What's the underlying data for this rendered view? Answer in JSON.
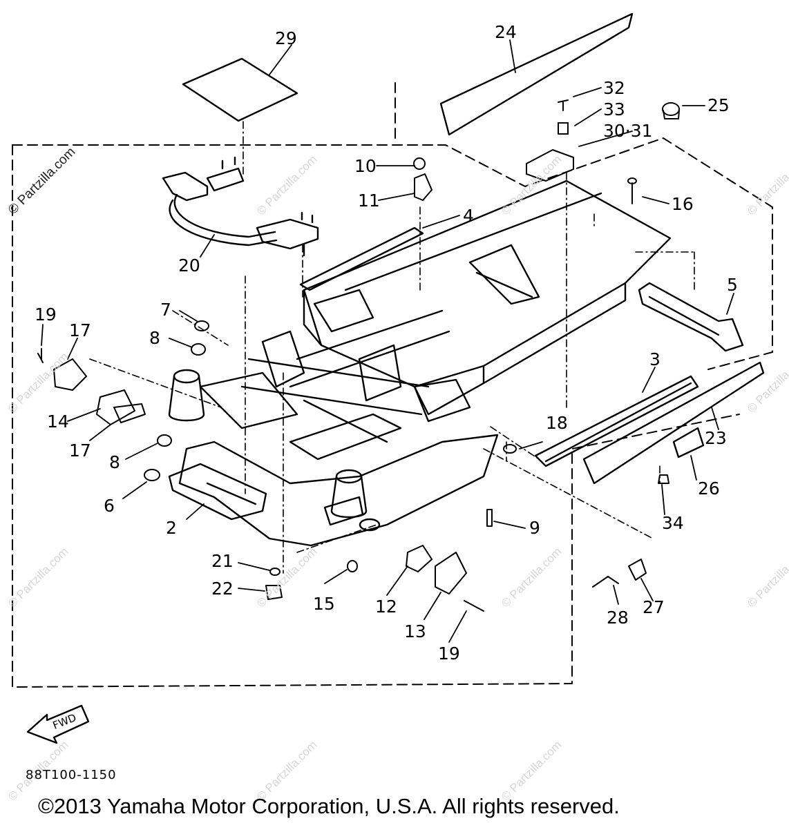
{
  "diagram": {
    "callouts": {
      "c2": "2",
      "c3": "3",
      "c4": "4",
      "c5": "5",
      "c6": "6",
      "c7": "7",
      "c8a": "8",
      "c8b": "8",
      "c9": "9",
      "c10": "10",
      "c11": "11",
      "c12": "12",
      "c13": "13",
      "c14": "14",
      "c15": "15",
      "c16": "16",
      "c17a": "17",
      "c17b": "17",
      "c18": "18",
      "c19a": "19",
      "c19b": "19",
      "c20": "20",
      "c21": "21",
      "c22": "22",
      "c23": "23",
      "c24": "24",
      "c25": "25",
      "c26": "26",
      "c27": "27",
      "c28": "28",
      "c29": "29",
      "c3031": "30·31",
      "c32": "32",
      "c33": "33",
      "c34": "34"
    },
    "fwd_label": "FWD",
    "drawing_code": "88T100-1150",
    "watermark_text": "© Partzilla.com",
    "copyright": "©2013 Yamaha Motor Corporation, U.S.A. All rights reserved."
  }
}
